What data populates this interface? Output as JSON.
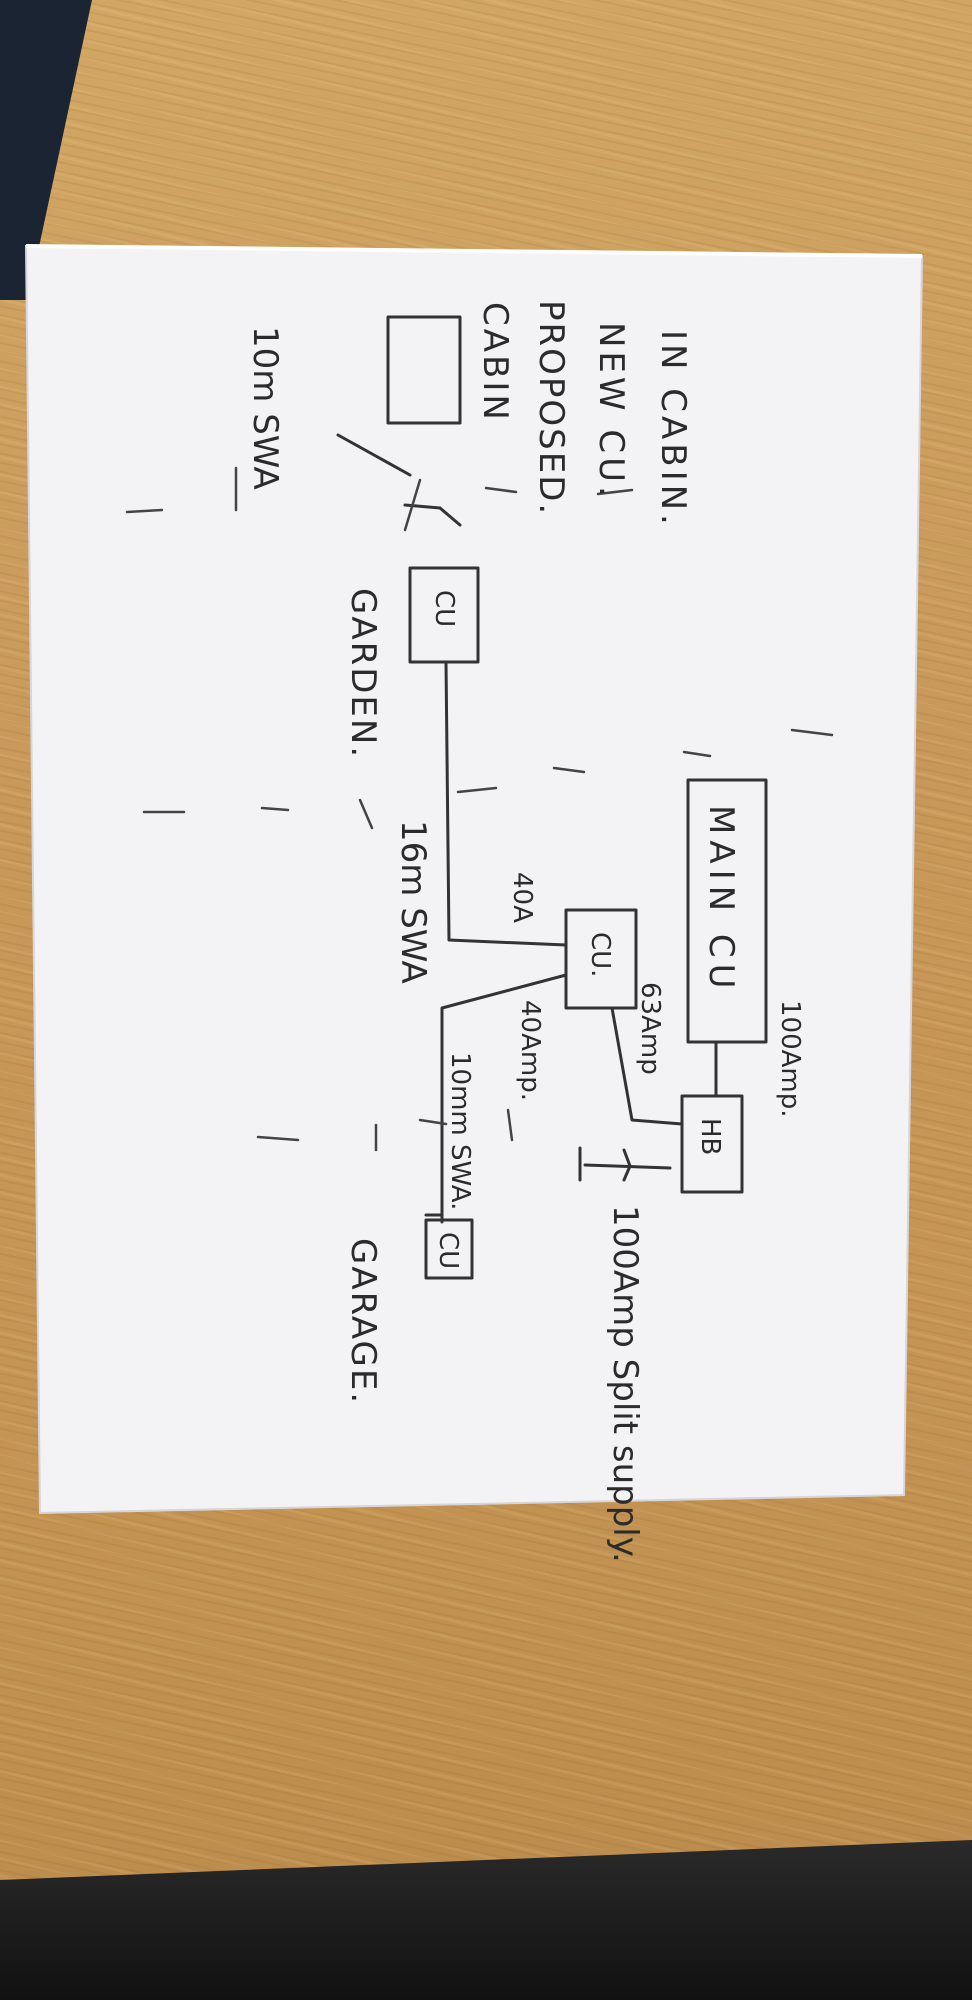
{
  "diagram": {
    "title_line1": "PROPOSED.",
    "title_line2": "NEW CU.",
    "title_line3": "IN CABIN.",
    "cabin": "CABIN",
    "cabin_cable": "10m SWA",
    "cabin_cu": "CU",
    "garden": "GARDEN.",
    "garden_cable": "16m SWA",
    "rating_40a": "40A",
    "middle_cu": "CU.",
    "rating_63a": "63Amp",
    "rating_40amp": "40Amp.",
    "garage_cable": "10mm SWA.",
    "main_cu": "MAIN CU",
    "rating_100a": "100Amp.",
    "head_box": "HB",
    "supply": "100Amp Split supply.",
    "garage_cu": "CU",
    "garage": "GARAGE."
  }
}
